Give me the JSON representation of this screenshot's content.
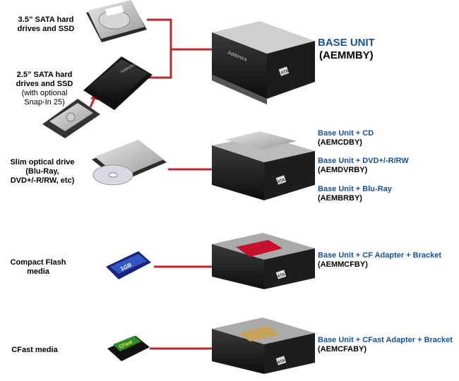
{
  "rows": {
    "sata35": {
      "label_line1": "3.5” SATA hard",
      "label_line2": "drives and SSD"
    },
    "sata25": {
      "label_line1": "2.5” SATA hard",
      "label_line2": "drives and SSD",
      "note_line1": "(with optional",
      "note_line2": "Snap-In 25)"
    },
    "optical": {
      "label_line1": "Slim optical drive",
      "label_line2": "(Blu-Ray,",
      "label_line3": "DVD+/-R/RW, etc)"
    },
    "cf": {
      "label_line1": "Compact Flash",
      "label_line2": "media"
    },
    "cfast": {
      "label_line1": "CFast media"
    }
  },
  "base_unit": {
    "title": "BASE UNIT",
    "code": "(AEMMBY)"
  },
  "products": [
    {
      "name": "Base Unit + CD",
      "code": "(AEMCDBY)"
    },
    {
      "name": "Base Unit + DVD+/-R/RW",
      "code": "(AEMDVRBY)"
    },
    {
      "name": "Base Unit + Blu-Ray",
      "code": "(AEMBRBY)"
    },
    {
      "name": "Base Unit + CF Adapter + Bracket",
      "code": "(AEMMCFBY)"
    },
    {
      "name": "Base Unit + CFast Adapter + Bracket",
      "code": "(AEMCFABY)"
    }
  ],
  "images": {
    "brand_text": "Addonics",
    "ata_badge": "ATA",
    "cf_card_text": "1GB",
    "cfast_card_text": "CFast"
  },
  "colors": {
    "connector": "#c0272d",
    "accent_blue": "#1a4f9c"
  }
}
